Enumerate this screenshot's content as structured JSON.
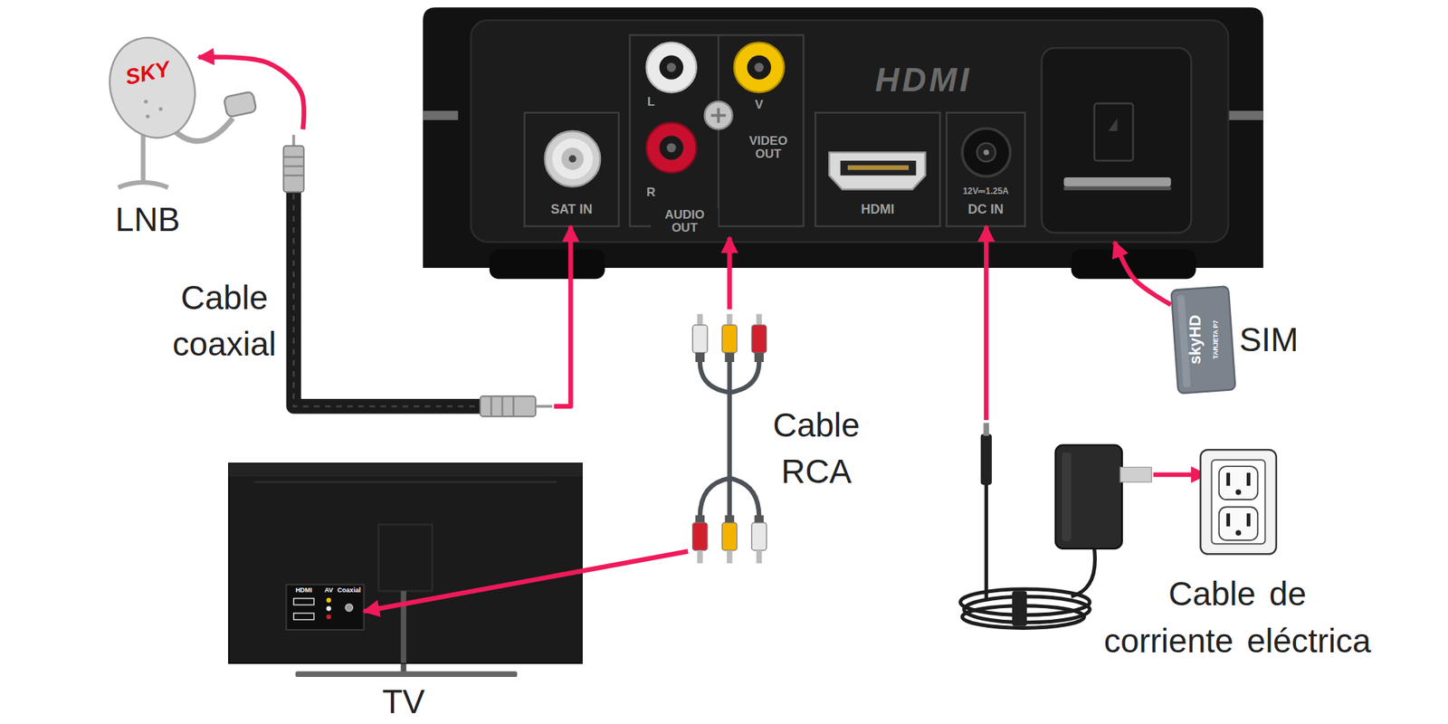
{
  "diagram": {
    "nodes": [
      {
        "text": [
          "SKY",
          "LNB"
        ]
      },
      {
        "text": [
          "HDMI"
        ]
      },
      {
        "text": [
          "SAT IN"
        ],
        "in": 1
      },
      {
        "text": [
          "L",
          "R",
          "AUDIO OUT",
          "V",
          "VIDEO OUT"
        ],
        "in": 1
      },
      {
        "text": [
          "HDMI"
        ],
        "in": 1
      },
      {
        "text": [
          "12V⎓1.25A",
          "DC IN"
        ],
        "in": 1
      },
      {
        "text": [
          "Cable coaxial"
        ]
      },
      {
        "text": [
          "Cable RCA"
        ]
      },
      {
        "text": [
          "TV"
        ]
      },
      {
        "text": [
          "HDMI",
          "AV",
          "Coaxial"
        ],
        "in": 8
      },
      {
        "text": [
          "Cable de corriente eléctrica"
        ]
      },
      {
        "text": [
          "skyHD",
          "TARJETA P7",
          "SIM"
        ]
      }
    ],
    "edges": [
      {
        "from": 6,
        "to": 0,
        "arrow": "to"
      },
      {
        "from": 6,
        "to": 2,
        "arrow": "to"
      },
      {
        "from": 7,
        "to": 3,
        "arrow": "to"
      },
      {
        "from": 7,
        "to": 9,
        "arrow": "to"
      },
      {
        "from": 10,
        "to": 5,
        "arrow": "to"
      },
      {
        "from": 11,
        "to": 1,
        "arrow": "to"
      }
    ]
  }
}
